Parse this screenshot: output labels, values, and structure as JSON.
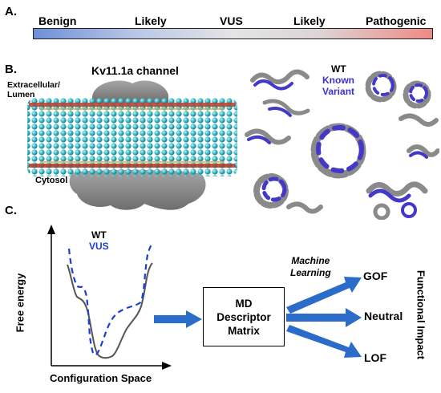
{
  "panel_a": {
    "label": "A.",
    "scale_labels": [
      "Benign",
      "Likely",
      "VUS",
      "Likely",
      "Pathogenic"
    ],
    "colors": {
      "benign": "#6f8fd8",
      "mid": "#e4e4e4",
      "pathogenic": "#ee8a86"
    }
  },
  "panel_b": {
    "label": "B.",
    "title": "Kv11.1a channel",
    "extracellular_label": "Extracellular/\nLumen",
    "cytosol_label": "Cytosol",
    "legend_wt": "WT",
    "legend_variant": "Known\nVariant",
    "colors": {
      "protein": "#8e8e8e",
      "lipid": "#39b6c3",
      "headgroup": "#b13a28",
      "variant": "#4438c8",
      "wt": "#8a8a8a"
    }
  },
  "panel_c": {
    "label": "C.",
    "legend_wt": "WT",
    "legend_vus": "VUS",
    "y_axis_label": "Free energy",
    "x_axis_label": "Configuration Space",
    "matrix_label": "MD\nDescriptor\nMatrix",
    "ml_label": "Machine\nLearning",
    "outputs": [
      "GOF",
      "Neutral",
      "LOF"
    ],
    "functional_impact_label": "Functional Impact",
    "colors": {
      "arrow": "#2b6ccb",
      "vus": "#1a3fd6",
      "wt": "#555555"
    }
  }
}
